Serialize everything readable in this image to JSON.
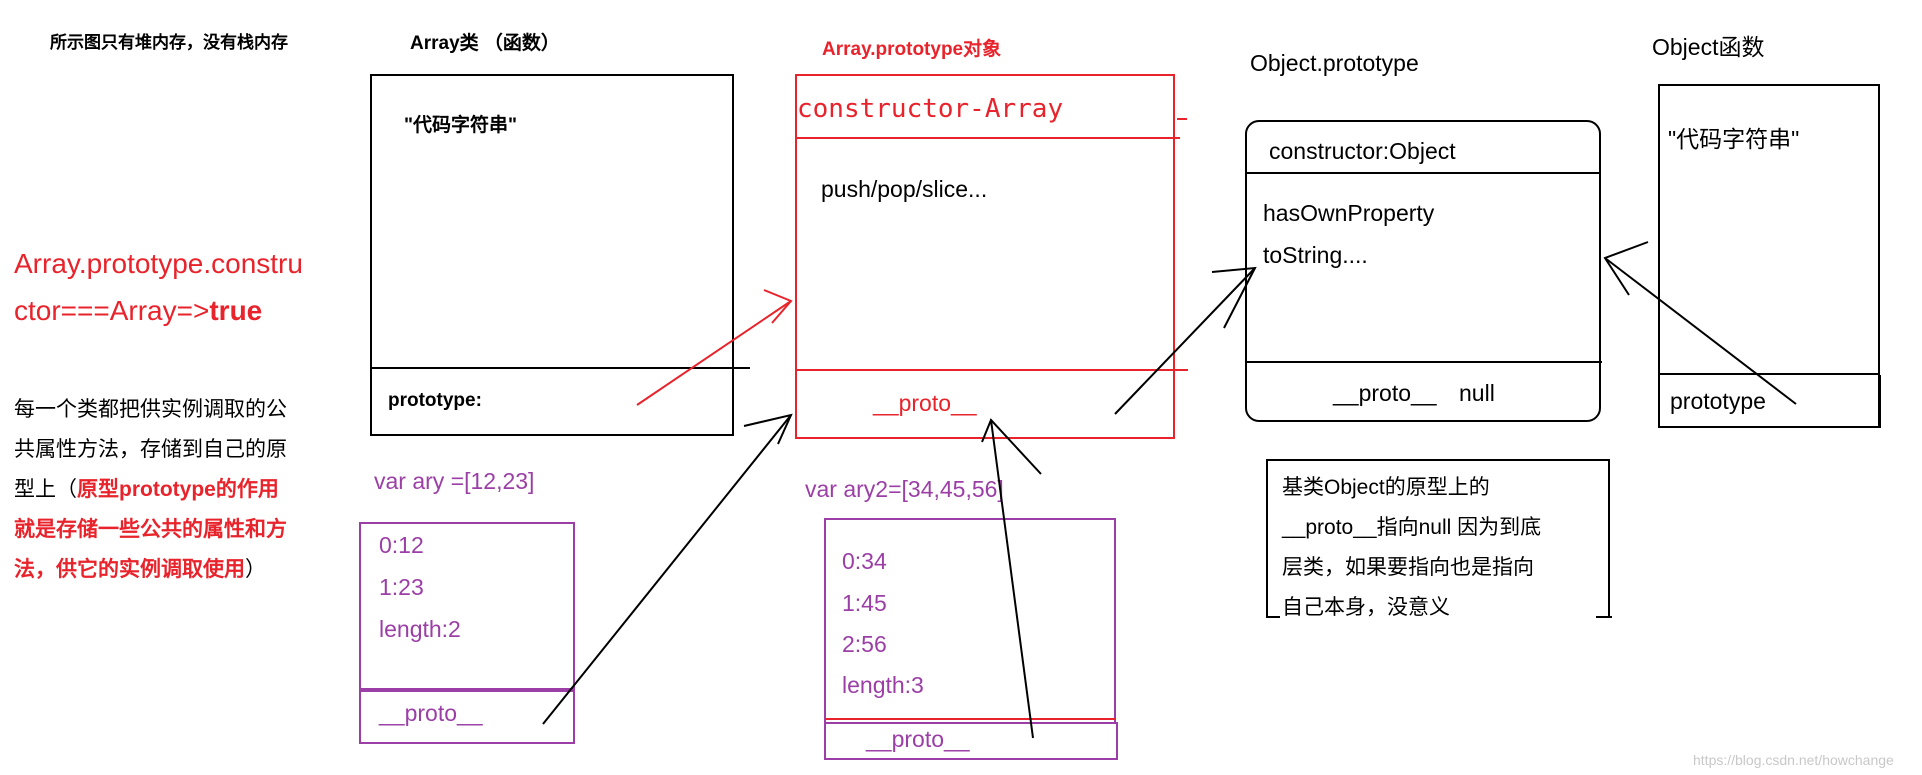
{
  "header_note": "所示图只有堆内存，没有栈内存",
  "array_class": {
    "title": "Array类 （函数）",
    "code": "\"代码字符串\"",
    "prototype_label": "prototype:"
  },
  "array_prototype": {
    "title": "Array.prototype对象",
    "constructor": "constructor-Array",
    "methods": "push/pop/slice...",
    "proto": "__proto__"
  },
  "object_prototype": {
    "title": "Object.prototype",
    "constructor": "constructor:Object",
    "method1": "hasOwnProperty",
    "method2": "toString....",
    "proto": "__proto__",
    "proto_value": "null"
  },
  "object_function": {
    "title": "Object函数",
    "code": "\"代码字符串\"",
    "prototype_label": "prototype"
  },
  "left_notes": {
    "line1": "Array.prototype.constru",
    "line2_prefix": "ctor===Array=>",
    "line2_bold": "true",
    "para1": "每一个类都把供实例调取的公",
    "para2": "共属性方法，存储到自己的原",
    "para3_prefix": "型上（",
    "para3_bold": "原型prototype的作用",
    "para4_bold": "就是存储一些公共的属性和方",
    "para5_bold": "法，供它的实例调取使用",
    "para5_suffix": "）"
  },
  "ary1": {
    "declaration": "var ary =[12,23]",
    "item0": "0:12",
    "item1": "1:23",
    "length": "length:2",
    "proto": "__proto__"
  },
  "ary2": {
    "declaration": "var ary2=[34,45,56]",
    "item0": "0:34",
    "item1": "1:45",
    "item2": "2:56",
    "length": "length:3",
    "proto": "__proto__"
  },
  "null_note": {
    "line1": "基类Object的原型上的",
    "line2": "__proto__指向null 因为到底",
    "line3": "层类，如果要指向也是指向",
    "line4": "自己本身，没意义"
  },
  "watermark": "https://blog.csdn.net/howchange",
  "colors": {
    "red": "#e8232b",
    "purple": "#9b3fa6",
    "black": "#000000"
  }
}
